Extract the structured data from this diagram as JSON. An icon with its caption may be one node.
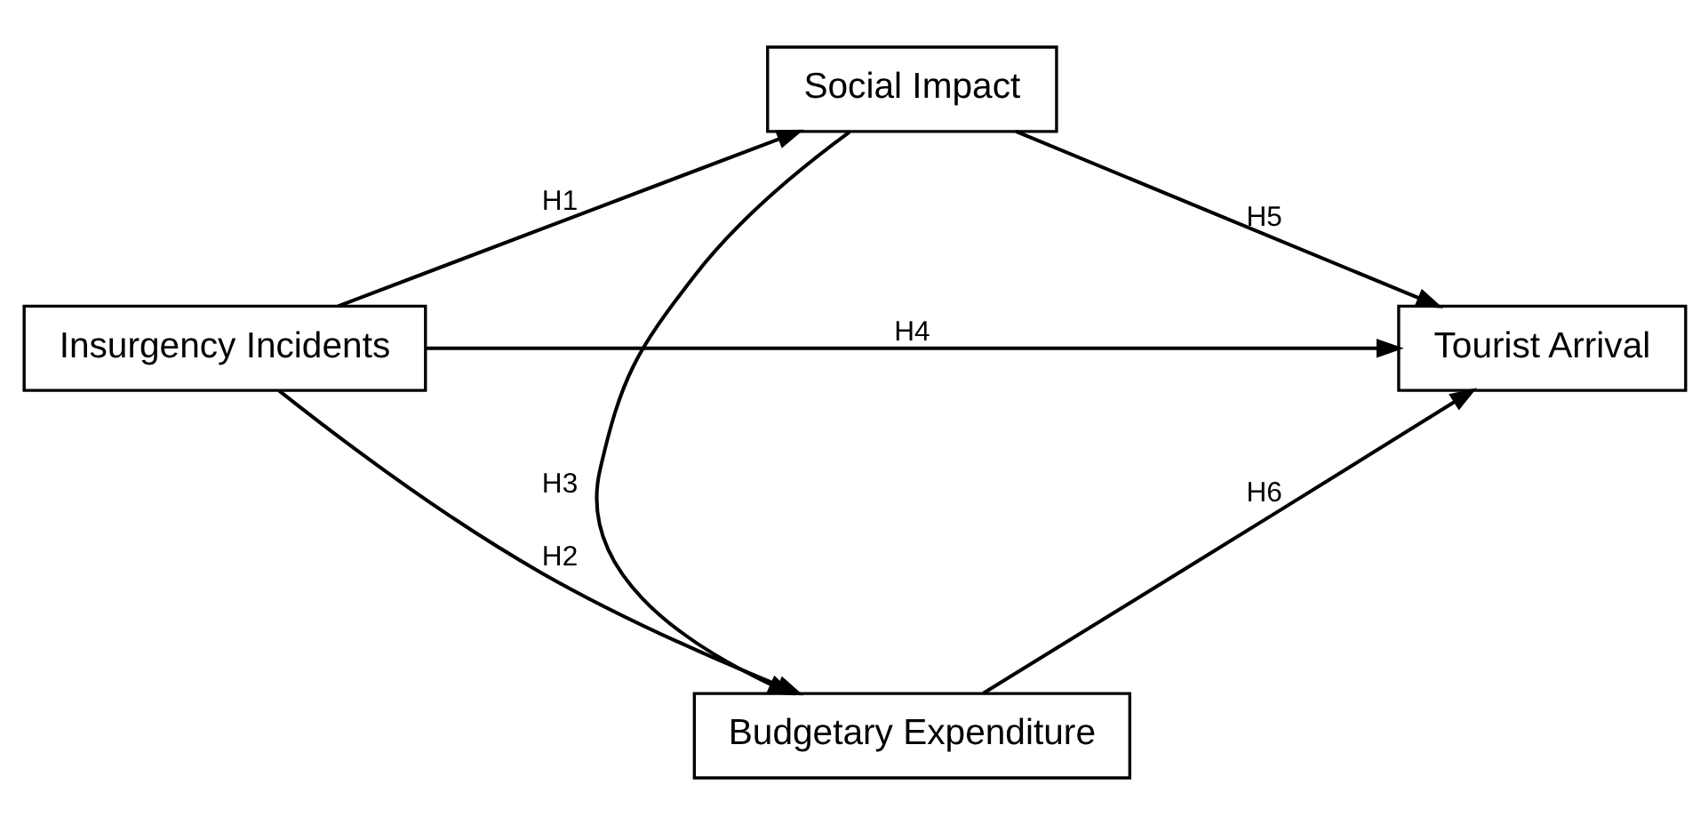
{
  "diagram": {
    "nodes": [
      {
        "text": [
          "Social Impact"
        ]
      },
      {
        "text": [
          "Insurgency Incidents"
        ]
      },
      {
        "text": [
          "Tourist Arrival"
        ]
      },
      {
        "text": [
          "Budgetary Expenditure"
        ]
      }
    ],
    "edges": [
      {
        "from": 1,
        "to": 0,
        "arrow": "to",
        "label": "H1"
      },
      {
        "from": 1,
        "to": 3,
        "arrow": "to",
        "label": "H2"
      },
      {
        "from": 0,
        "to": 3,
        "arrow": "to",
        "label": "H3"
      },
      {
        "from": 1,
        "to": 2,
        "arrow": "to",
        "label": "H4"
      },
      {
        "from": 0,
        "to": 2,
        "arrow": "to",
        "label": "H5"
      },
      {
        "from": 3,
        "to": 2,
        "arrow": "to",
        "label": "H6"
      }
    ]
  }
}
